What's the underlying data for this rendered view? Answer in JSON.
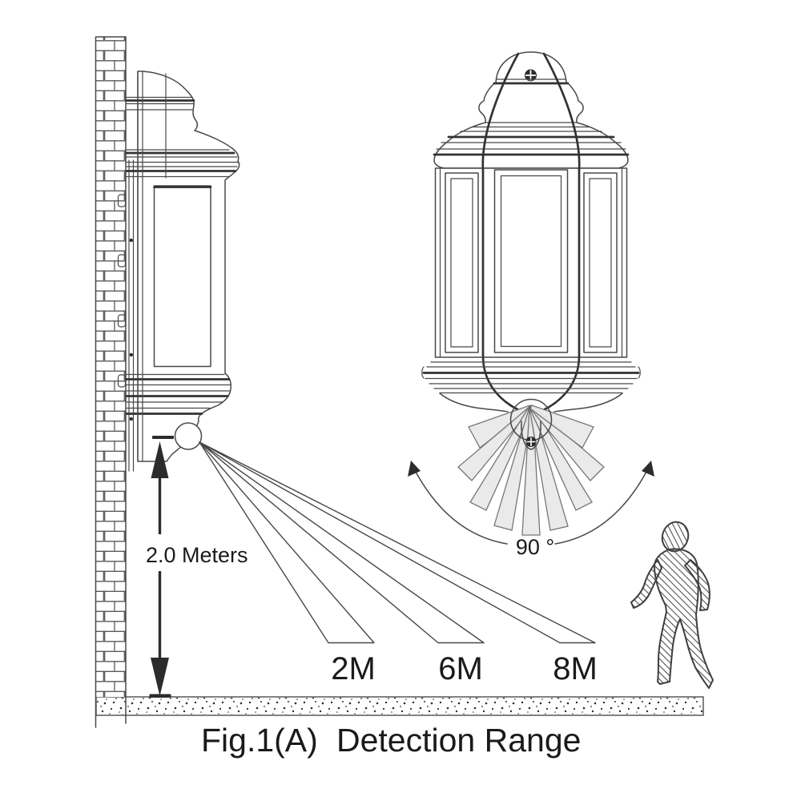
{
  "figure": {
    "caption_fig": "Fig.1(A)",
    "caption_title": "Detection Range"
  },
  "labels": {
    "mounting_height": "2.0 Meters",
    "detection_angle": "90 °",
    "range_2m": "2M",
    "range_6m": "6M",
    "range_8m": "8M"
  },
  "colors": {
    "line": "#48484b",
    "line_bold": "#323234",
    "text": "#1a1a1c",
    "fill_dark": "#2c2c2e",
    "beam_fill": "#e9e9e9",
    "white": "#ffffff"
  },
  "illustration": {
    "parts": [
      {
        "name": "brick-wall",
        "desc": "brick wall, side view"
      },
      {
        "name": "lantern-side-view",
        "desc": "half-lantern wall light, side view"
      },
      {
        "name": "pir-sensor",
        "desc": "PIR sensor dome under lantern"
      },
      {
        "name": "height-dimension-arrow",
        "desc": "mounting height dimension"
      },
      {
        "name": "detection-beams",
        "desc": "beams reaching 2M, 6M and 8M"
      },
      {
        "name": "lantern-front-view",
        "desc": "half-lantern wall light, front view"
      },
      {
        "name": "detection-fan",
        "desc": "sensor fan spread arc"
      },
      {
        "name": "walking-person",
        "desc": "person walking in detection zone"
      },
      {
        "name": "ground",
        "desc": "ground strip"
      }
    ]
  }
}
